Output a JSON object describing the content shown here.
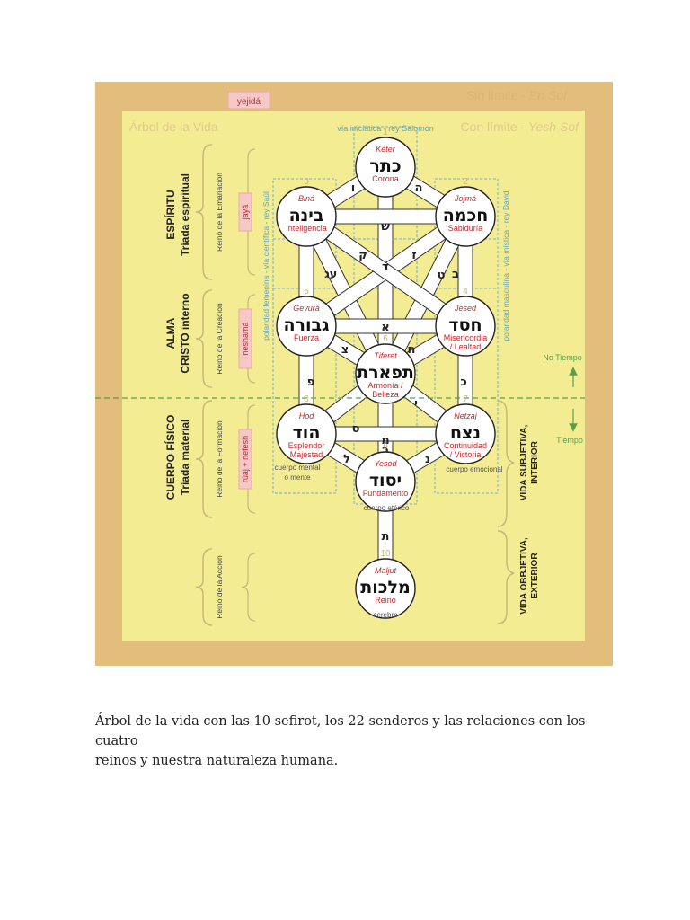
{
  "figure": {
    "title_left": "Árbol de la Vida",
    "top_right": {
      "prefix": "Sin límite - ",
      "italic": "En Sof"
    },
    "second_right": {
      "prefix": "Con límite - ",
      "italic": "Yesh Sof"
    },
    "yejida": "yejidá",
    "via_iniciatica": "vía iniciática - rey Salomón",
    "polaridad_femenina": "polaridad femenina - vía científica - rey Saúl",
    "polaridad_masculina": "polaridad masculina - vía mística - rey David",
    "no_tiempo": "No Tiempo",
    "tiempo": "Tiempo",
    "levels": [
      {
        "title1": "ESPÍRITU",
        "title2": "Tríada espiritual",
        "reino": "Reino de la Emanación",
        "soul": "jayá"
      },
      {
        "title1": "ALMA",
        "title2": "CRISTO interno",
        "reino": "Reino de la Creación",
        "soul": "neshamá"
      },
      {
        "title1": "CUERPO FÍSICO",
        "title2": "Tríada material",
        "reino": "Reino de la Formación",
        "soul": "rúaj + nefesh"
      },
      {
        "title1": "",
        "title2": "",
        "reino": "Reino de la Acción",
        "soul": ""
      }
    ],
    "vida_subjetiva": [
      "VIDA SUBJETIVA,",
      "INTERIOR"
    ],
    "vida_objetiva": [
      "VIDA OBBJETIVA,",
      "EXTERIOR"
    ],
    "cuerpo_mental": [
      "cuerpo mental",
      "o mente"
    ],
    "cuerpo_emocional": "cuerpo emocional",
    "cuerpo_eterico": "cuerpo etérico",
    "cerebro": "cerebro",
    "sefirot": [
      {
        "num": "1",
        "name": "Kéter",
        "hebrew": "כתר",
        "meaning": [
          "Corona"
        ]
      },
      {
        "num": "2",
        "name": "Jojmá",
        "hebrew": "חכמה",
        "meaning": [
          "Sabiduría"
        ]
      },
      {
        "num": "3",
        "name": "Biná",
        "hebrew": "בינה",
        "meaning": [
          "Inteligencia"
        ]
      },
      {
        "num": "4",
        "name": "Jesed",
        "hebrew": "חסד",
        "meaning": [
          "Misericordia",
          "/ Lealtad"
        ]
      },
      {
        "num": "5",
        "name": "Gevurá",
        "hebrew": "גבורה",
        "meaning": [
          "Fuerza"
        ]
      },
      {
        "num": "6",
        "name": "Tiferet",
        "hebrew": "תפארת",
        "meaning": [
          "Armonía /",
          "Belleza"
        ]
      },
      {
        "num": "7",
        "name": "Netzaj",
        "hebrew": "נצח",
        "meaning": [
          "Continuidad",
          "/ Victoria"
        ]
      },
      {
        "num": "8",
        "name": "Hod",
        "hebrew": "הוד",
        "meaning": [
          "Esplendor",
          "Majestad"
        ]
      },
      {
        "num": "9",
        "name": "Yesod",
        "hebrew": "יסוד",
        "meaning": [
          "Fundamento"
        ]
      },
      {
        "num": "10",
        "name": "Maljut",
        "hebrew": "מלכות",
        "meaning": [
          "Reino"
        ]
      }
    ],
    "letters": [
      "ו",
      "ה",
      "ש",
      "ד",
      "ק",
      "ע",
      "צ",
      "ט",
      "ג",
      "ב",
      "א",
      "ז",
      "ח",
      "פ",
      "י",
      "ל",
      "נ",
      "ס",
      "כ",
      "מ",
      "ר",
      "ת"
    ],
    "colors": {
      "frame": "#e2bd7b",
      "panel": "#f4ec93",
      "accent": "#c0292d",
      "blue_text": "#5ba6c9",
      "green": "#5aa04a",
      "soul_box": "#f7c8c8"
    }
  },
  "caption": {
    "line1": "Árbol de la vida con las 10 sefirot, los 22 senderos y las relaciones con los cuatro",
    "line2": "reinos y nuestra naturaleza humana."
  }
}
